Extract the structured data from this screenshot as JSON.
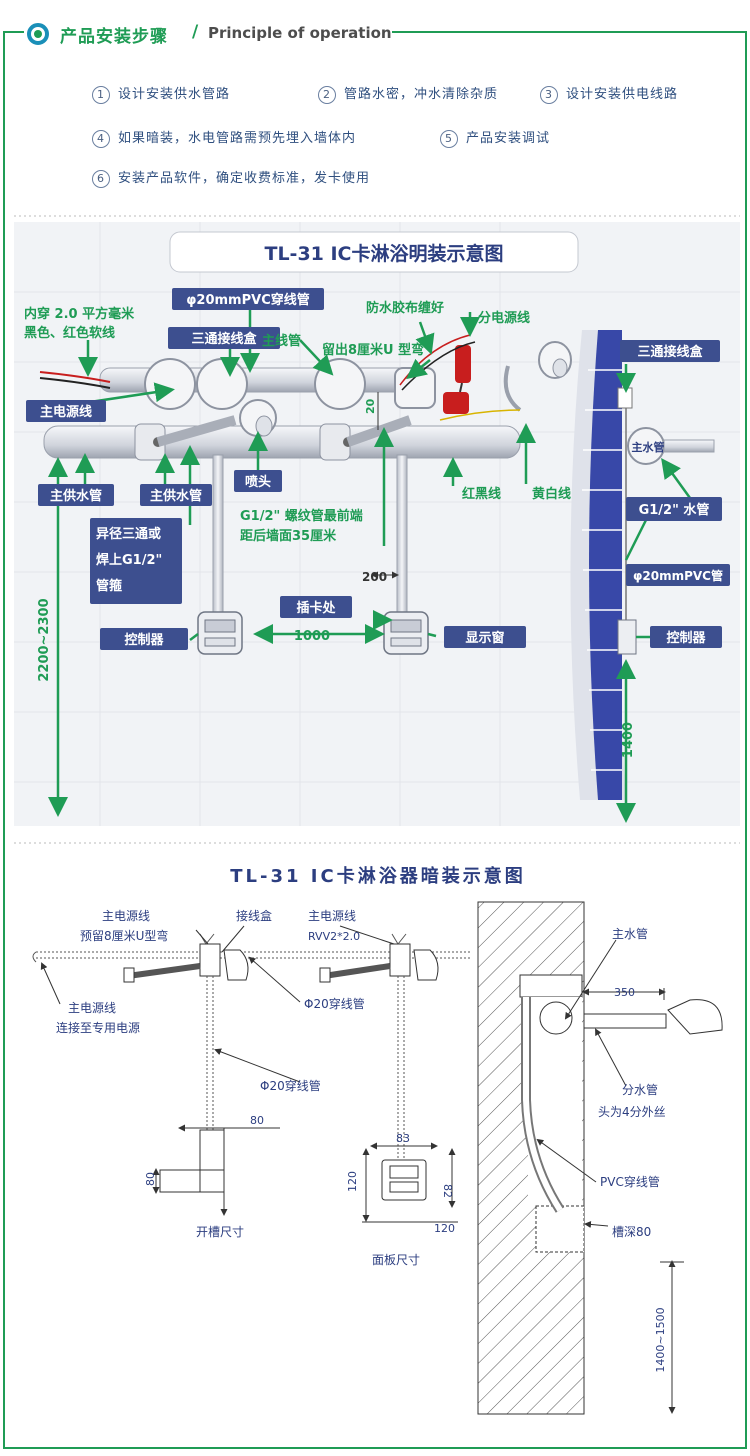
{
  "header": {
    "title_cn": "产品安装步骤",
    "separator": "/",
    "title_en": "Principle of operation"
  },
  "steps": [
    {
      "num": "1",
      "text": "设计安装供水管路"
    },
    {
      "num": "2",
      "text": "管路水密，冲水清除杂质"
    },
    {
      "num": "3",
      "text": "设计安装供电线路"
    },
    {
      "num": "4",
      "text": "如果暗装，水电管路需预先埋入墙体内"
    },
    {
      "num": "5",
      "text": "产品安装调试"
    },
    {
      "num": "6",
      "text": "安装产品软件，确定收费标准，发卡使用"
    }
  ],
  "diagram1": {
    "title": "TL-31  IC卡淋浴明装示意图",
    "labels": {
      "inner_wire": "内穿 2.0 平方毫米",
      "wire_colors": "黑色、红色软线",
      "pvc_conduit": "φ20mmPVC穿线管",
      "tee_box": "三通接线盒",
      "main_line": "主线管",
      "waterproof": "防水胶布缠好",
      "branch_power": "分电源线",
      "reserve_u": "留出8厘米U 型弯",
      "main_power": "主电源线",
      "main_water_left": "主供水管",
      "main_water_mid": "主供水管",
      "nozzle": "喷头",
      "red_black": "红黑线",
      "yellow_white": "黄白线",
      "reducer_1": "异径三通或",
      "reducer_2": "焊上G1/2\"",
      "reducer_3": "管箍",
      "g12_note_1": "G1/2\" 螺纹管最前端",
      "g12_note_2": "距后墙面35厘米",
      "dim_20": "20",
      "dim_200": "200",
      "card_slot": "插卡处",
      "controller": "控制器",
      "dim_1000": "1000",
      "display": "显示窗",
      "dim_height": "2200~2300",
      "side_tee_box": "三通接线盒",
      "side_main_water": "主水管",
      "side_g12": "G1/2\" 水管",
      "side_pvc": "φ20mmPVC管",
      "side_controller": "控制器",
      "side_1400": "1400"
    }
  },
  "diagram2": {
    "title": "TL-31  IC卡淋浴器暗装示意图",
    "labels": {
      "main_power_1": "主电源线",
      "reserve_u": "预留8厘米U型弯",
      "junction_box": "接线盒",
      "main_power_2": "主电源线",
      "rvv": "RVV2*2.0",
      "main_power_3": "主电源线",
      "connect_power": "连接至专用电源",
      "conduit_1": "Φ20穿线管",
      "conduit_2": "Φ20穿线管",
      "dim_80_top": "80",
      "dim_80_side": "80",
      "slot_size": "开槽尺寸",
      "dim_83": "83",
      "dim_120_left": "120",
      "dim_82": "82",
      "dim_120_bottom": "120",
      "panel_size": "面板尺寸",
      "main_water": "主水管",
      "dim_350": "350",
      "branch_water": "分水管",
      "thread_note": "头为4分外丝",
      "pvc_conduit": "PVC穿线管",
      "slot_depth": "槽深80",
      "dim_height": "1400~1500"
    }
  },
  "colors": {
    "accent_green": "#1f9c55",
    "label_blue": "#3d4f8f",
    "pipe_gray": "#c8ccd4",
    "wall_blue": "#3848a8",
    "panel_bg": "#eef0f4"
  }
}
